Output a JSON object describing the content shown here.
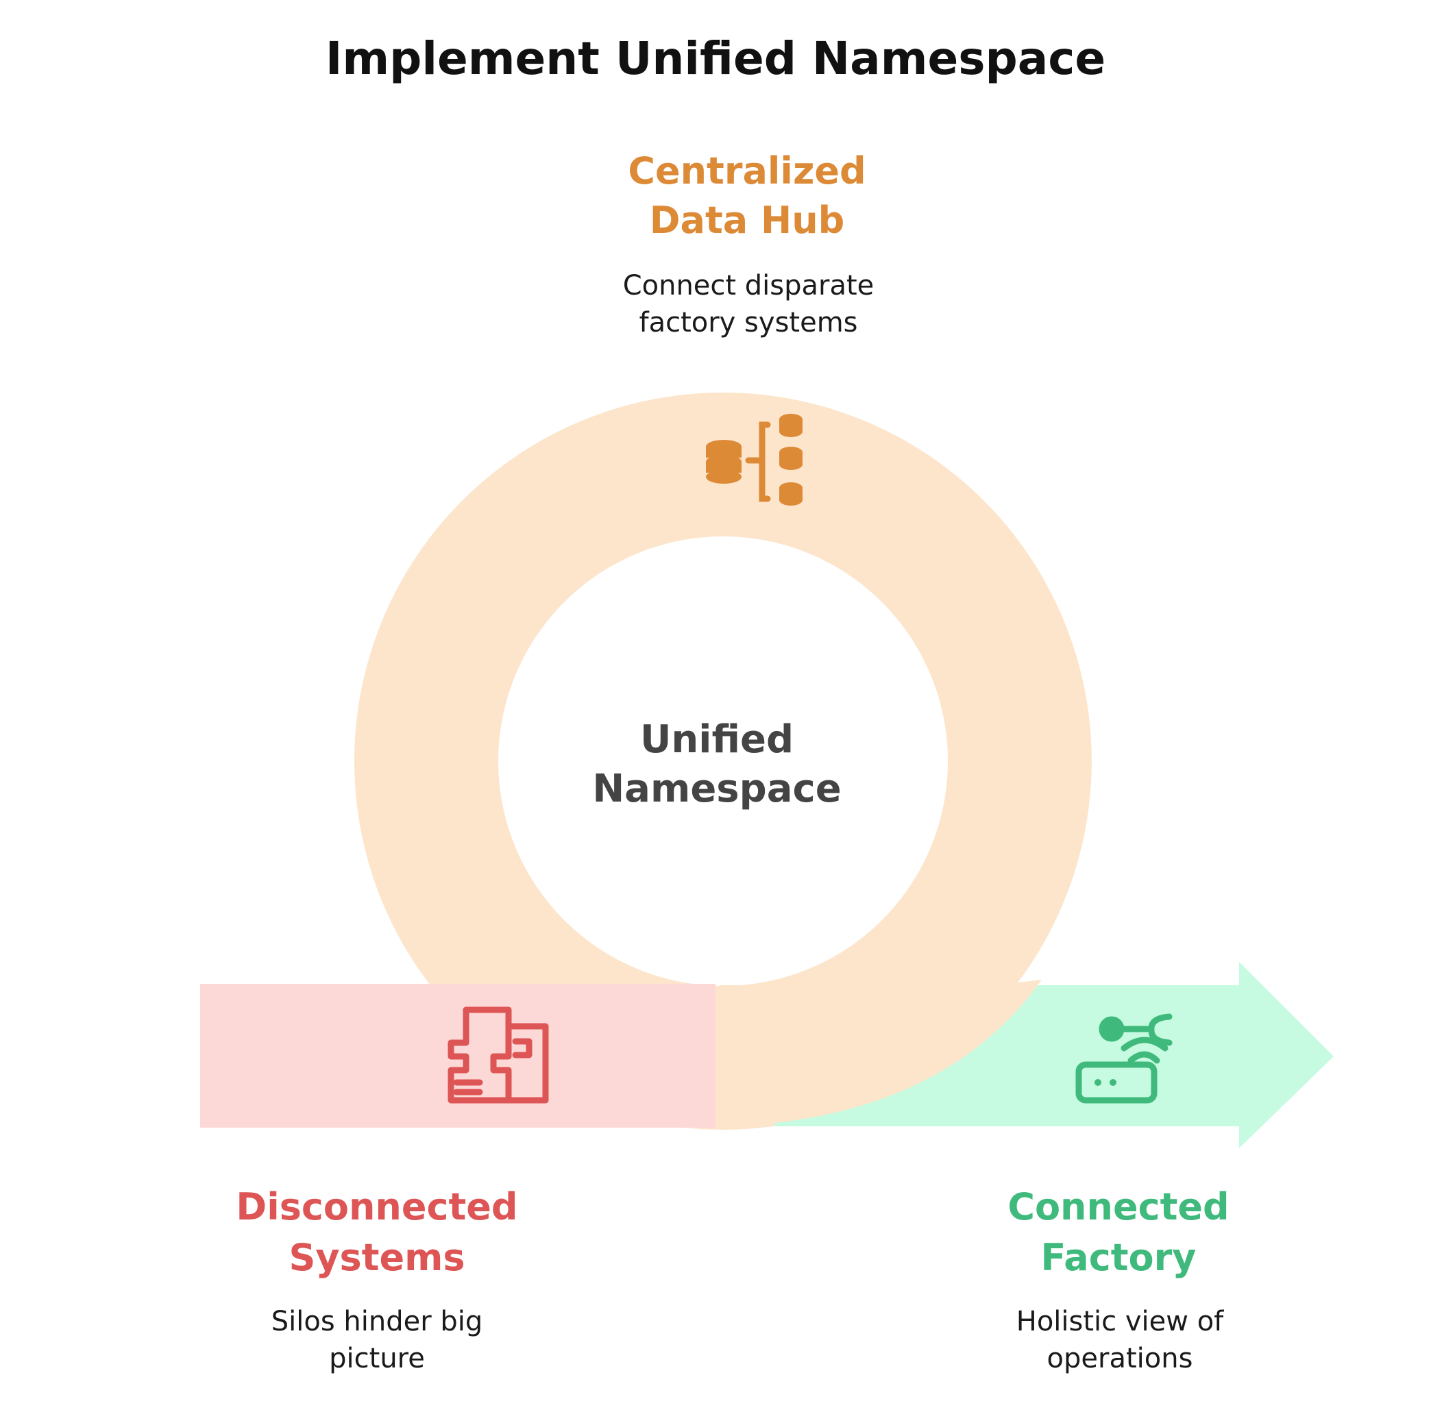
{
  "title": "Implement Unified Namespace",
  "center": {
    "line1": "Unified",
    "line2": "Namespace"
  },
  "hub": {
    "heading_line1": "Centralized",
    "heading_line2": "Data Hub",
    "desc_line1": "Connect disparate",
    "desc_line2": "factory systems",
    "icon": "database-distribution-icon"
  },
  "disconnected": {
    "heading_line1": "Disconnected",
    "heading_line2": "Systems",
    "desc_line1": "Silos hinder big",
    "desc_line2": "picture",
    "icon": "puzzle-pieces-icon"
  },
  "connected": {
    "heading_line1": "Connected",
    "heading_line2": "Factory",
    "desc_line1": "Holistic view of",
    "desc_line2": "operations",
    "icon": "robotic-arm-wifi-icon"
  },
  "colors": {
    "title": "#111111",
    "hub_accent": "#dd8a37",
    "ring_fill": "#fde5cc",
    "disconnected_accent": "#dd5555",
    "disconnected_fill": "#fcd9d7",
    "connected_accent": "#3fba7c",
    "connected_fill": "#c6fbe1",
    "center_text": "#444444"
  }
}
